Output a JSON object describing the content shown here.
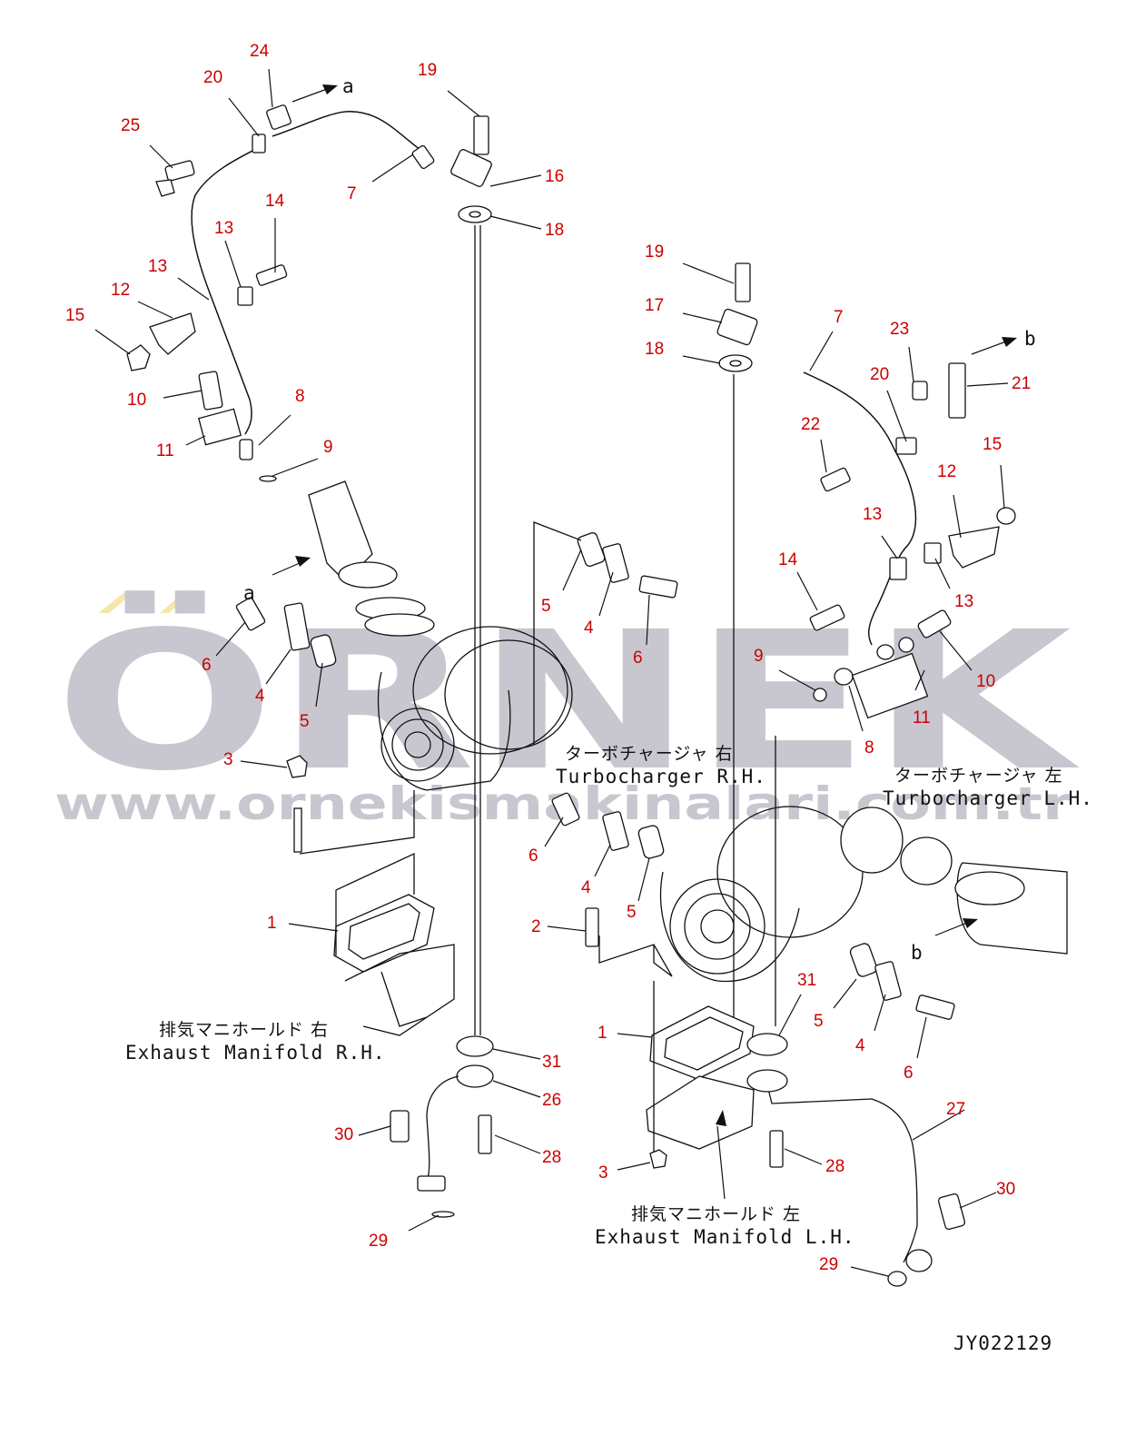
{
  "watermark": {
    "brand": "ÖRNEK",
    "url": "www.ornekismakinalari.com.tr",
    "accent_color": "#f6e6a8",
    "text_color": "#c8c6cf"
  },
  "labels": {
    "turbo_rh_jp": "ターボチャージャ 右",
    "turbo_rh_en": "Turbocharger R.H.",
    "turbo_lh_jp": "ターボチャージャ 左",
    "turbo_lh_en": "Turbocharger L.H.",
    "manifold_rh_jp": "排気マニホールド 右",
    "manifold_rh_en": "Exhaust Manifold R.H.",
    "manifold_lh_jp": "排気マニホールド 左",
    "manifold_lh_en": "Exhaust Manifold L.H.",
    "drawing_code": "JY022129",
    "arrow_a": "a",
    "arrow_b": "b"
  },
  "callouts": [
    "24",
    "20",
    "19",
    "25",
    "7",
    "16",
    "18",
    "14",
    "13",
    "13",
    "12",
    "15",
    "10",
    "8",
    "11",
    "9",
    "19",
    "17",
    "7",
    "18",
    "23",
    "20",
    "21",
    "22",
    "15",
    "12",
    "13",
    "14",
    "13",
    "9",
    "10",
    "11",
    "8",
    "5",
    "4",
    "6",
    "6",
    "4",
    "5",
    "3",
    "6",
    "4",
    "5",
    "2",
    "31",
    "5",
    "4",
    "6",
    "1",
    "1",
    "31",
    "26",
    "30",
    "28",
    "29",
    "27",
    "3",
    "28",
    "30",
    "29"
  ],
  "callout_color": "#cc0000"
}
